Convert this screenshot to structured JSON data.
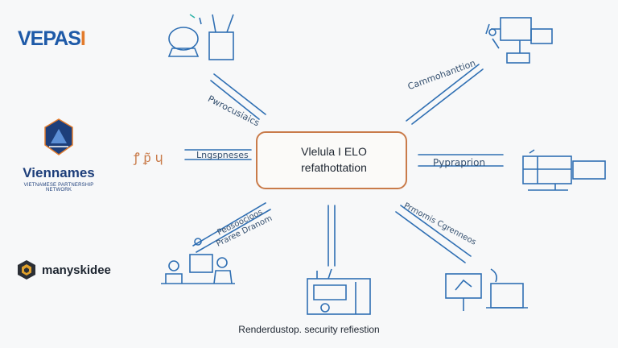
{
  "logos": {
    "vepasi": {
      "part1": "VEPAS",
      "part2": "I"
    },
    "viennames": {
      "name": "Viennames",
      "tagline": "VIETNAMESE PARTNERSHIP NETWORK"
    },
    "manyskidee": {
      "name": "manyskidee"
    }
  },
  "center": {
    "line1": "Vlelula I ELO",
    "line2": "refathottation"
  },
  "labels": {
    "upper_left": "Pwrocusiaics",
    "upper_right": "Cammohanttion",
    "left": "Lngspneses",
    "right": "Pypraprion",
    "lower_left_1": "Peosoocioos",
    "lower_left_2": "Praree Dranom",
    "lower_right": "Prmomis Cgrenneos"
  },
  "left_glyph": "ꝭ ᵱ̃ ɥ",
  "caption": "Renderdustop. security refiestion",
  "colors": {
    "ink_blue": "#2f6fb3",
    "accent_orange": "#c97b4a",
    "logo_blue": "#1e5aa8",
    "logo_orange": "#e27b2c",
    "logo_navy": "#1d3e7a"
  }
}
